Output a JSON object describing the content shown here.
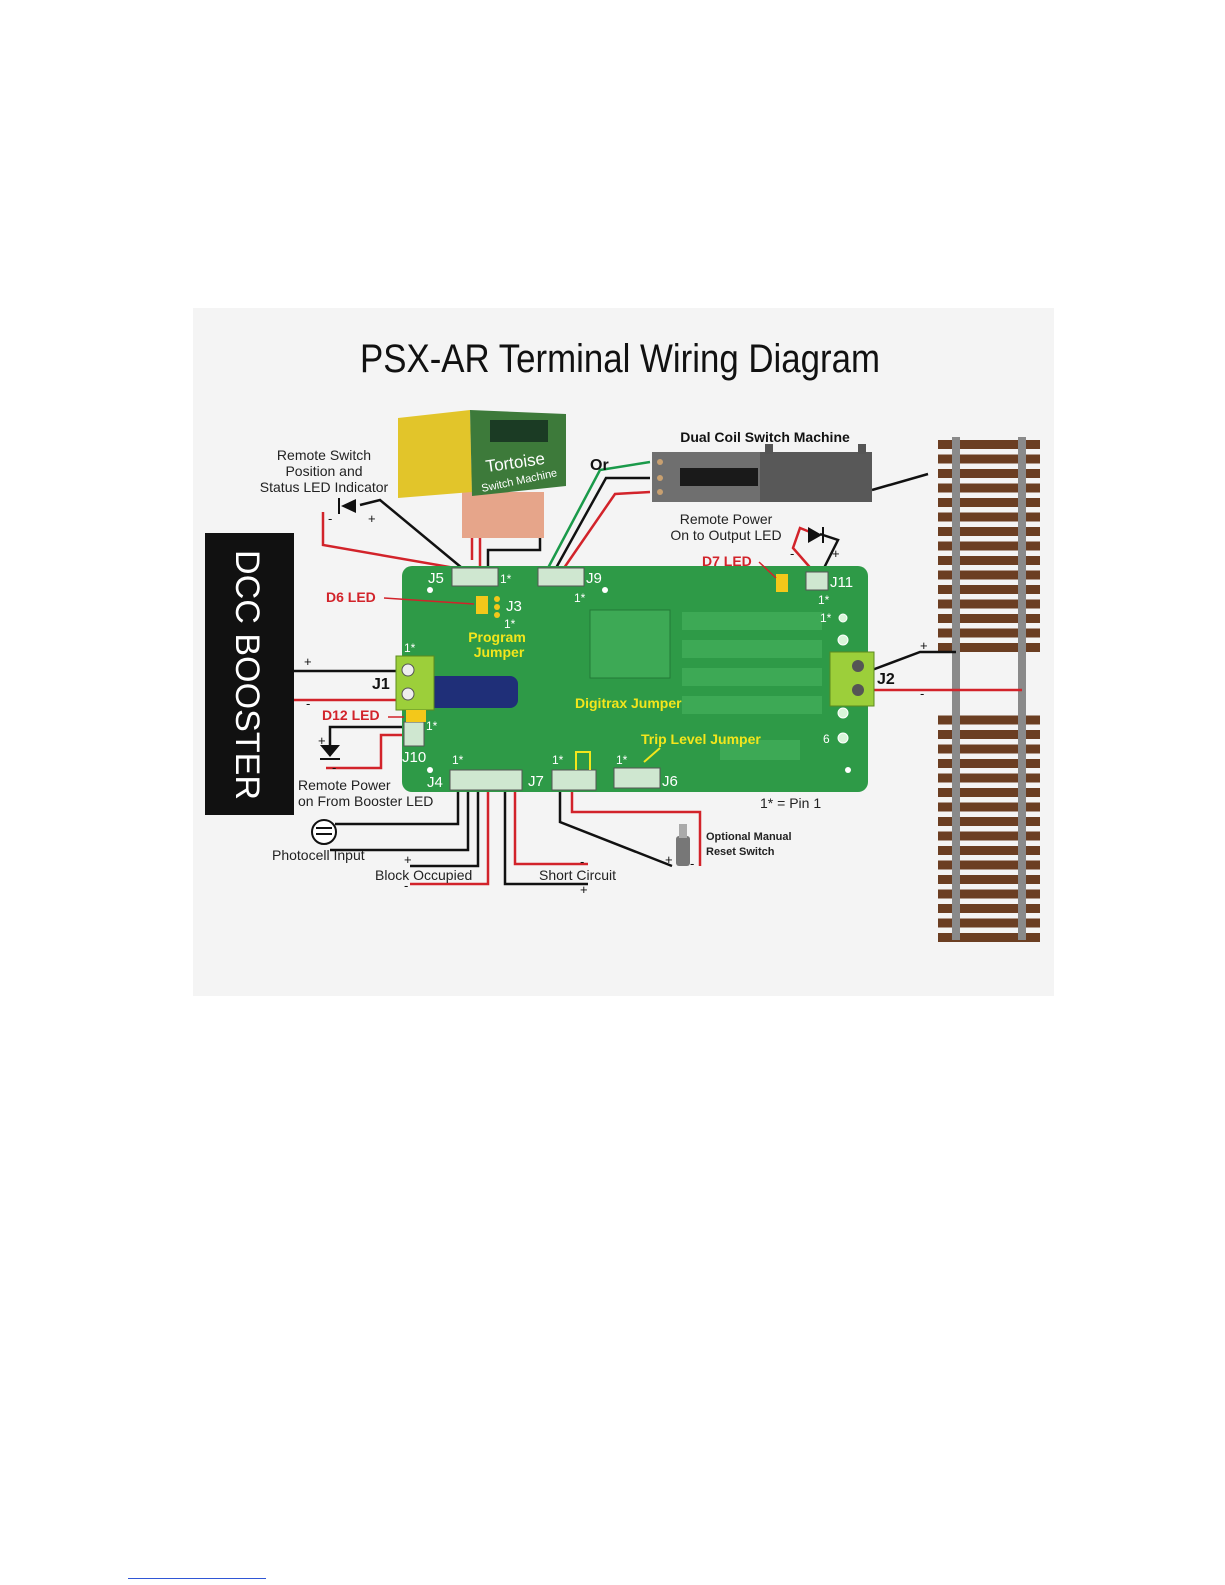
{
  "title": "PSX-AR Terminal Wiring Diagram",
  "booster": "DCC BOOSTER",
  "tortoise": {
    "name": "Tortoise",
    "sub": "Switch Machine"
  },
  "or_label": "Or",
  "dual_coil": "Dual Coil Switch Machine",
  "remote_switch": [
    "Remote Switch",
    "Position and",
    "Status LED Indicator"
  ],
  "remote_power_out": [
    "Remote Power",
    "On to Output LED"
  ],
  "remote_power_in": [
    "Remote Power",
    "on From Booster LED"
  ],
  "leds": {
    "d6": "D6 LED",
    "d7": "D7 LED",
    "d12": "D12 LED"
  },
  "program_jumper": [
    "Program",
    "Jumper"
  ],
  "digitrax_jumper": "Digitrax Jumper",
  "trip_jumper": "Trip Level Jumper",
  "connectors": {
    "j1": "J1",
    "j2": "J2",
    "j3": "J3",
    "j4": "J4",
    "j5": "J5",
    "j6": "J6",
    "j7": "J7",
    "j9": "J9",
    "j10": "J10",
    "j11": "J11"
  },
  "pin_star": "1*",
  "pin_legend": "1* = Pin 1",
  "six": "6",
  "photocell": "Photocell Input",
  "block_occupied": "Block Occupied",
  "short_circuit": "Short Circuit",
  "reset_switch": [
    "Optional Manual",
    "Reset Switch"
  ],
  "signs": {
    "plus": "+",
    "minus": "-"
  },
  "colors": {
    "board": "#2e9a47",
    "wire_red": "#d2232a",
    "wire_green": "#1a9a4a",
    "label_red": "#d2232a",
    "label_yellow": "#f3e61c"
  }
}
